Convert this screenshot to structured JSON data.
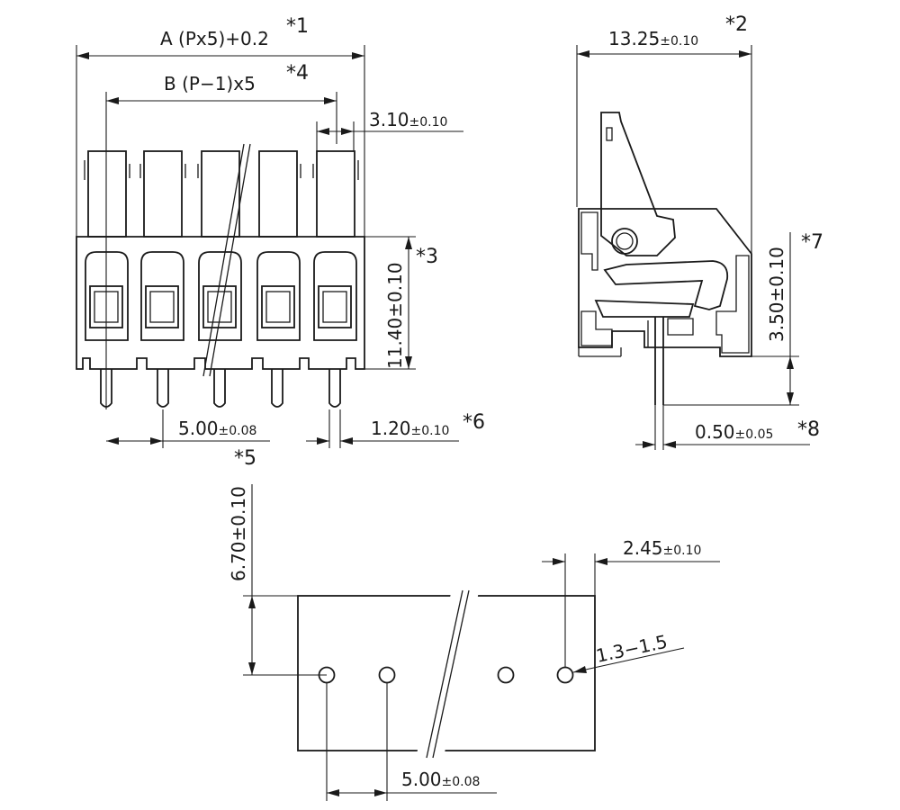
{
  "drawing": {
    "stroke_color": "#1a1a1a",
    "background": "#ffffff",
    "icons": [
      "terminal-block-front-view",
      "terminal-block-side-view",
      "pcb-hole-pattern-view"
    ]
  },
  "front_view": {
    "dim_a": "A (Px5)+0.2",
    "note_1": "*1",
    "dim_b": "B (P−1)x5",
    "note_4": "*4",
    "dim_top_width": "3.10",
    "dim_top_width_tol": "±0.10",
    "dim_height": "11.40±0.10",
    "note_3": "*3",
    "dim_pitch": "5.00",
    "dim_pitch_tol": "±0.08",
    "note_5": "*5",
    "dim_pin": "1.20",
    "dim_pin_tol": "±0.10",
    "note_6": "*6"
  },
  "side_view": {
    "dim_depth": "13.25",
    "dim_depth_tol": "±0.10",
    "note_2": "*2",
    "dim_pin_length": "3.50±0.10",
    "note_7": "*7",
    "dim_pin_thickness": "0.50",
    "dim_pin_thickness_tol": "±0.05",
    "note_8": "*8"
  },
  "pcb_view": {
    "dim_row_offset": "6.70±0.10",
    "dim_edge": "2.45",
    "dim_edge_tol": "±0.10",
    "dim_hole": "1.3−1.5",
    "dim_pitch": "5.00",
    "dim_pitch_tol": "±0.08"
  }
}
